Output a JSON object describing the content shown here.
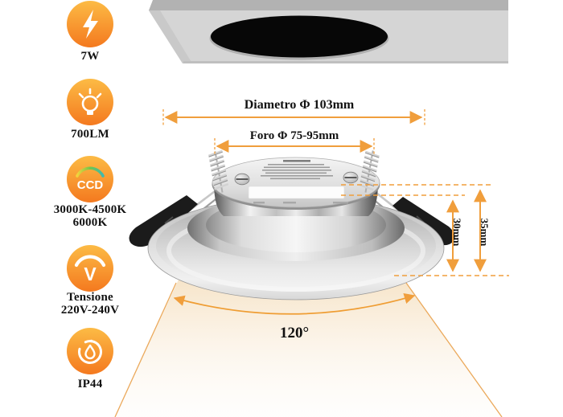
{
  "product": {
    "type": "led-recessed-downlight-infographic"
  },
  "specs": {
    "items": [
      {
        "icon": "lightning-icon",
        "label": "7W"
      },
      {
        "icon": "bulb-icon",
        "label": "700LM"
      },
      {
        "icon": "ccd-icon",
        "icon_text": "CCD",
        "label": "3000K-4500K",
        "label2": "6000K"
      },
      {
        "icon": "voltage-icon",
        "icon_text": "V",
        "label": "Tensione",
        "label2": "220V-240V"
      },
      {
        "icon": "waterdrop-icon",
        "label": "IP44"
      }
    ]
  },
  "dimensions": {
    "diameter_label": "Diametro Φ 103mm",
    "hole_label": "Foro Φ 75-95mm",
    "inner_height_label": "30mm",
    "outer_height_label": "35mm",
    "beam_angle_label": "120°"
  },
  "colors": {
    "accent_orange": "#F09E3C",
    "icon_orange_top": "#FCBB45",
    "icon_orange_bottom": "#F4791F",
    "beam_cream": "#F6E3C6",
    "ceiling_gray": "#D5D5D5",
    "hole_black": "#070707"
  }
}
